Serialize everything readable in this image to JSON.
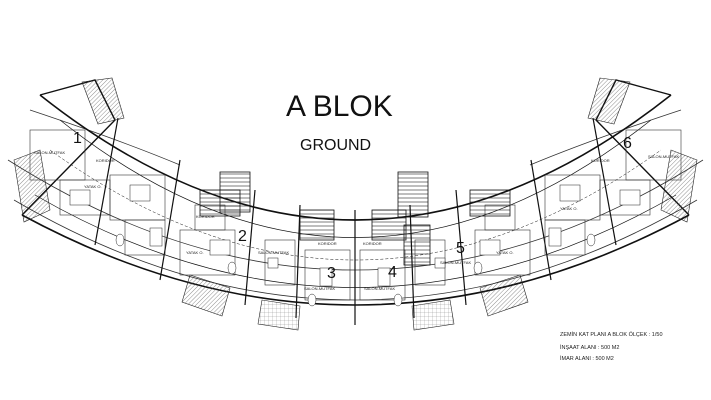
{
  "title": "A BLOK",
  "subtitle": "GROUND",
  "units": [
    {
      "number": "1"
    },
    {
      "number": "2"
    },
    {
      "number": "3"
    },
    {
      "number": "4"
    },
    {
      "number": "5"
    },
    {
      "number": "6"
    }
  ],
  "room_labels": {
    "salon": "SALON-MUTFAK",
    "koridor": "KORIDOR",
    "yatak": "YATAK O."
  },
  "info": {
    "line1": "ZEMİN KAT PLANI A BLOK ÖLÇEK : 1/50",
    "line2": "İNŞAAT ALANI : 500 M2",
    "line3": "İMAR ALANI : 500 M2"
  }
}
